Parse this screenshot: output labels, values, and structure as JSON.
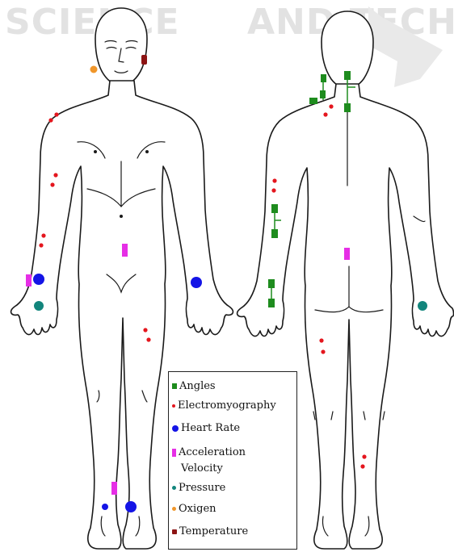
{
  "watermark": {
    "left_text": "SCIENCE",
    "right_text": "AND TECH"
  },
  "legend": {
    "items": [
      {
        "label": "Angles",
        "color": "#1e8c1e",
        "icon": "square"
      },
      {
        "label": "Electromyography",
        "color": "#e4161e",
        "icon": "small-dot"
      },
      {
        "label": "Heart Rate",
        "color": "#1414e6",
        "icon": "circle"
      },
      {
        "label": "Acceleration",
        "color": "#e62ee6",
        "icon": "rectangle"
      },
      {
        "label": "Velocity",
        "color": "",
        "icon": ""
      },
      {
        "label": "Pressure",
        "color": "#12857c",
        "icon": "dot"
      },
      {
        "label": "Oxigen",
        "color": "#f0962a",
        "icon": "dot"
      },
      {
        "label": "Temperature",
        "color": "#8c1414",
        "icon": "pentagon"
      }
    ]
  }
}
